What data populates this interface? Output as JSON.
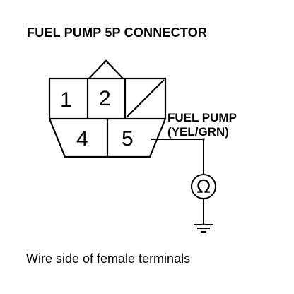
{
  "diagram": {
    "title": "FUEL PUMP 5P CONNECTOR",
    "connector": {
      "terminals": [
        {
          "label": "1"
        },
        {
          "label": "2"
        },
        {
          "label": "4"
        },
        {
          "label": "5"
        }
      ]
    },
    "wire_label_line1": "FUEL PUMP",
    "wire_label_line2": "(YEL/GRN)",
    "meter_symbol": "Ω",
    "caption": "Wire side of female terminals"
  }
}
